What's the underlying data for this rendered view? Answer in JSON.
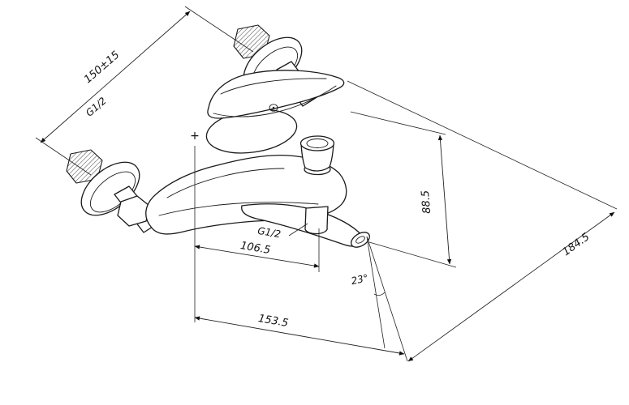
{
  "page": {
    "background_color": "#ffffff",
    "line_color": "#1a1a1a"
  },
  "drawing": {
    "labels": {
      "dim_connection_spacing": "150±15",
      "thread_wall": "G1/2",
      "thread_outlet": "G1/2",
      "dim_outlet_offset": "106.5",
      "dim_body_length": "153.5",
      "dim_height": "88.5",
      "dim_overall": "184.5",
      "angle_spout": "23°",
      "center_mark": "+"
    }
  }
}
